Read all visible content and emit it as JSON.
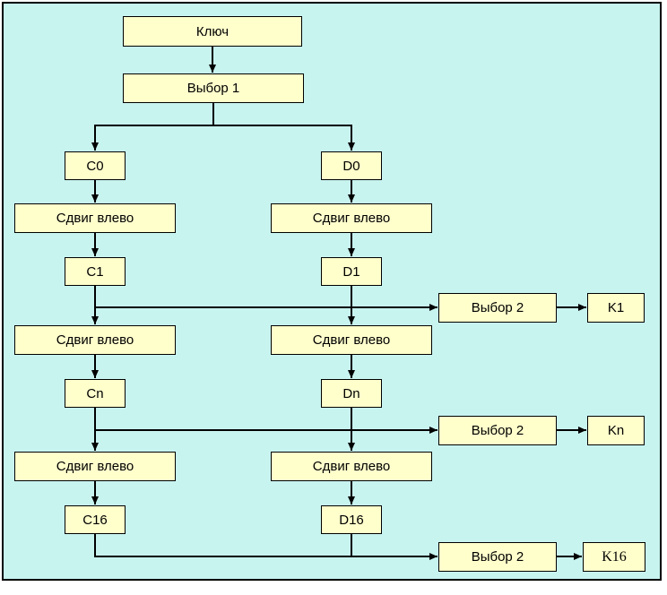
{
  "diagram": {
    "nodes": {
      "kluch": "Ключ",
      "vybor1": "Выбор 1",
      "c0": "C0",
      "d0": "D0",
      "shift_c_1": "Сдвиг влево",
      "shift_d_1": "Сдвиг влево",
      "c1": "C1",
      "d1": "D1",
      "vybor2_1": "Выбор 2",
      "k1": "K1",
      "shift_c_2": "Сдвиг влево",
      "shift_d_2": "Сдвиг влево",
      "cn": "Cn",
      "dn": "Dn",
      "vybor2_2": "Выбор 2",
      "kn": "Kn",
      "shift_c_3": "Сдвиг влево",
      "shift_d_3": "Сдвиг влево",
      "c16": "C16",
      "d16": "D16",
      "vybor2_3": "Выбор 2",
      "k16": "K16"
    },
    "edges": [
      [
        "kluch",
        "vybor1"
      ],
      [
        "vybor1",
        "c0"
      ],
      [
        "vybor1",
        "d0"
      ],
      [
        "c0",
        "shift_c_1"
      ],
      [
        "d0",
        "shift_d_1"
      ],
      [
        "shift_c_1",
        "c1"
      ],
      [
        "shift_d_1",
        "d1"
      ],
      [
        "c1",
        "shift_c_2"
      ],
      [
        "d1",
        "shift_d_2"
      ],
      [
        "c1",
        "vybor2_1"
      ],
      [
        "d1",
        "vybor2_1"
      ],
      [
        "vybor2_1",
        "k1"
      ],
      [
        "shift_c_2",
        "cn"
      ],
      [
        "shift_d_2",
        "dn"
      ],
      [
        "cn",
        "shift_c_3"
      ],
      [
        "dn",
        "shift_d_3"
      ],
      [
        "cn",
        "vybor2_2"
      ],
      [
        "dn",
        "vybor2_2"
      ],
      [
        "vybor2_2",
        "kn"
      ],
      [
        "shift_c_3",
        "c16"
      ],
      [
        "shift_d_3",
        "d16"
      ],
      [
        "c16",
        "vybor2_3"
      ],
      [
        "d16",
        "vybor2_3"
      ],
      [
        "vybor2_3",
        "k16"
      ]
    ],
    "colors": {
      "page": "#ffffff",
      "background": "#c8f4f0",
      "box_fill": "#ffffcc",
      "box_border": "#000000",
      "arrow": "#000000"
    }
  }
}
